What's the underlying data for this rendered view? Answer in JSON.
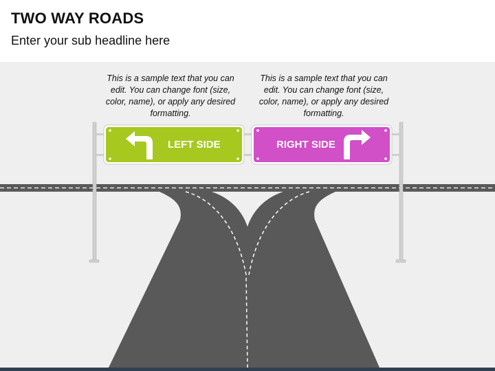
{
  "title": "TWO WAY ROADS",
  "subtitle": "Enter your sub headline here",
  "signs": {
    "left": {
      "label": "LEFT SIDE",
      "color": "#a7c81f",
      "text": "This is a sample text that you can edit. You can change font (size, color, name), or apply any desired formatting."
    },
    "right": {
      "label": "RIGHT SIDE",
      "color": "#d14fc7",
      "text": "This is a sample text that you can edit. You can change font (size, color, name), or apply any desired formatting."
    }
  },
  "colors": {
    "road": "#595959",
    "background": "#efefef",
    "pole": "#d0d0d0"
  }
}
